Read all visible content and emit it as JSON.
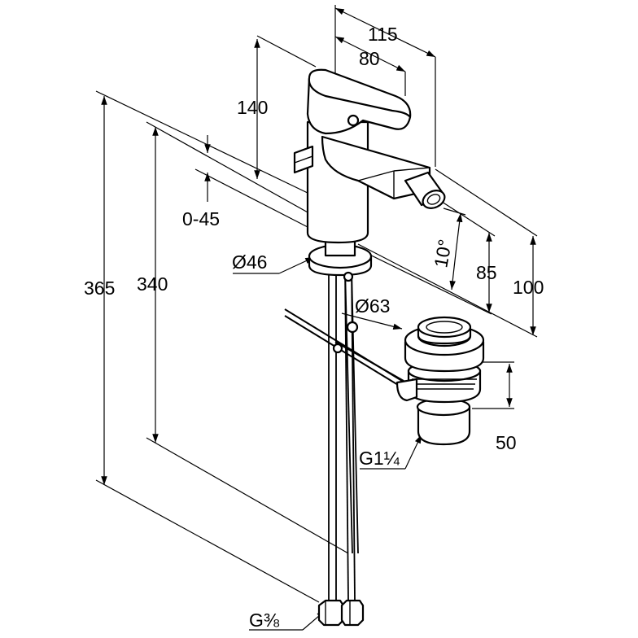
{
  "diagram": {
    "dimensions": {
      "d115": "115",
      "d80": "80",
      "d140": "140",
      "d0_45": "0-45",
      "d365": "365",
      "d340": "340",
      "d46": "Ø46",
      "d63": "Ø63",
      "d10deg": "10°",
      "d85": "85",
      "d100": "100",
      "d50": "50",
      "thread_waste": "G1¼",
      "thread_supply": "G⅜"
    }
  }
}
